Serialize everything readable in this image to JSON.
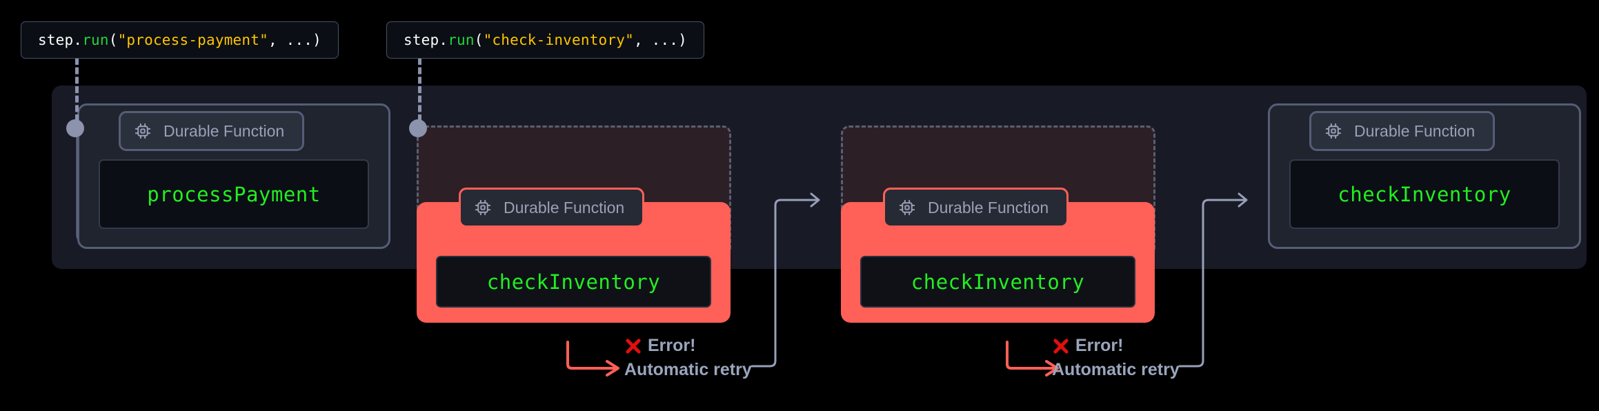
{
  "diagram": {
    "title": "Durable Function automatic retry timeline",
    "colors": {
      "background": "#000000",
      "panel": "#181b26",
      "card_border": "#565d77",
      "card_fill": "#20242f",
      "code_bg": "#0b0e14",
      "code_green": "#22ee22",
      "error_red": "#ff6057",
      "error_x_red": "#e10f0f",
      "ghost_fill": "#2c1f25",
      "ghost_border": "#5b5f72",
      "node_dot": "#8c93ad",
      "label_grey": "#9aa1b6",
      "annotation_grey": "#9aa6bd",
      "string_yellow": "#ffc400",
      "fn_green": "#22d53c"
    },
    "tooltips": [
      {
        "name": "process-payment",
        "segments": [
          {
            "text": "step.",
            "kind": "plain"
          },
          {
            "text": "run",
            "kind": "fn"
          },
          {
            "text": "(",
            "kind": "punc"
          },
          {
            "text": "\"process-payment\"",
            "kind": "str"
          },
          {
            "text": ", ...)",
            "kind": "punc"
          }
        ],
        "full_text": "step.run(\"process-payment\", ...)"
      },
      {
        "name": "check-inventory",
        "segments": [
          {
            "text": "step.",
            "kind": "plain"
          },
          {
            "text": "run",
            "kind": "fn"
          },
          {
            "text": "(",
            "kind": "punc"
          },
          {
            "text": "\"check-inventory\"",
            "kind": "str"
          },
          {
            "text": ", ...)",
            "kind": "punc"
          }
        ],
        "full_text": "step.run(\"check-inventory\", ...)"
      }
    ],
    "badge_label": "Durable Function",
    "badge_icon": "cpu-chip-icon",
    "steps": [
      {
        "id": "process-payment-ok",
        "function_name": "processPayment",
        "state": "success",
        "badge_label": "Durable Function",
        "has_node_dot": true
      },
      {
        "id": "check-inventory-attempt-1",
        "function_name": "checkInventory",
        "state": "error",
        "badge_label": "Durable Function",
        "has_node_dot": true
      },
      {
        "id": "check-inventory-attempt-2",
        "function_name": "checkInventory",
        "state": "error",
        "badge_label": "Durable Function",
        "has_node_dot": false
      },
      {
        "id": "check-inventory-success",
        "function_name": "checkInventory",
        "state": "success",
        "badge_label": "Durable Function",
        "has_node_dot": false
      }
    ],
    "errors": [
      {
        "icon": "x-mark-icon",
        "title": "Error!",
        "subtitle": "Automatic retry"
      },
      {
        "icon": "x-mark-icon",
        "title": "Error!",
        "subtitle": "Automatic retry"
      }
    ]
  }
}
